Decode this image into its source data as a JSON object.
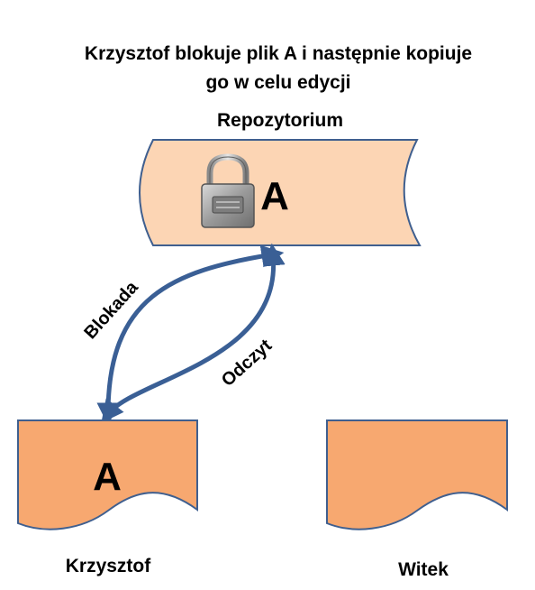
{
  "title": {
    "line1": "Krzysztof blokuje plik A i następnie kopiuje",
    "line2": "go w celu edycji"
  },
  "repository": {
    "label": "Repozytorium",
    "file_letter": "A",
    "fill_color": "#fcd5b4",
    "lock_icon": "padlock-icon"
  },
  "arrows": {
    "lock_label": "Blokada",
    "read_label": "Odczyt",
    "color": "#3a5f95"
  },
  "users": [
    {
      "name": "Krzysztof",
      "file_letter": "A",
      "fill_color": "#f7a870"
    },
    {
      "name": "Witek",
      "file_letter": "",
      "fill_color": "#f7a870"
    }
  ],
  "colors": {
    "outline": "#3f5f8f",
    "text": "#000000"
  }
}
